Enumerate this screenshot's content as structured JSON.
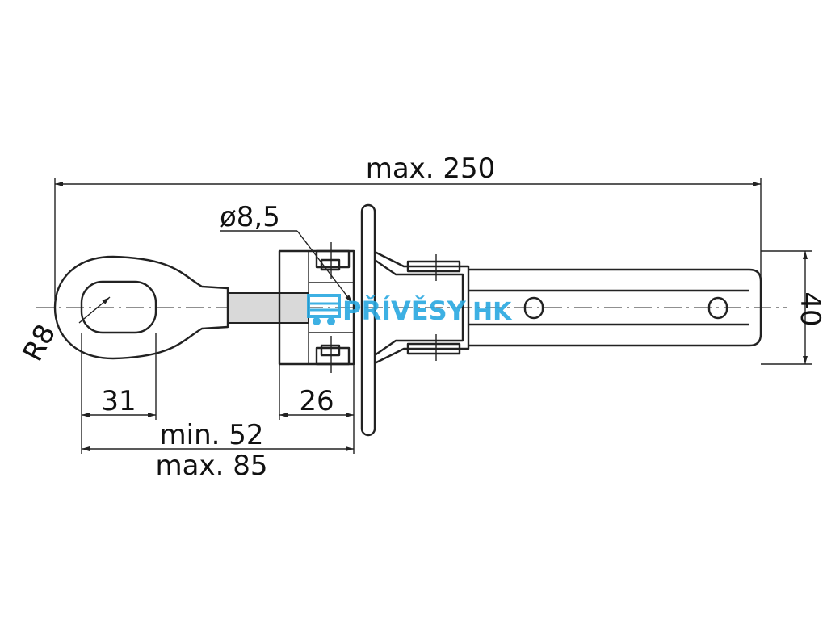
{
  "dimensions": {
    "overall_length": "max. 250",
    "bolt_diameter": "ø8,5",
    "eye_radius": "R8",
    "eye_length": "31",
    "bracket_depth": "26",
    "extension_min": "min. 52",
    "extension_max": "max. 85",
    "bar_height": "40"
  },
  "watermark": {
    "brand_main": "PŘÍVĚSY",
    "brand_suffix": "HK",
    "color": "#29a8e0"
  }
}
